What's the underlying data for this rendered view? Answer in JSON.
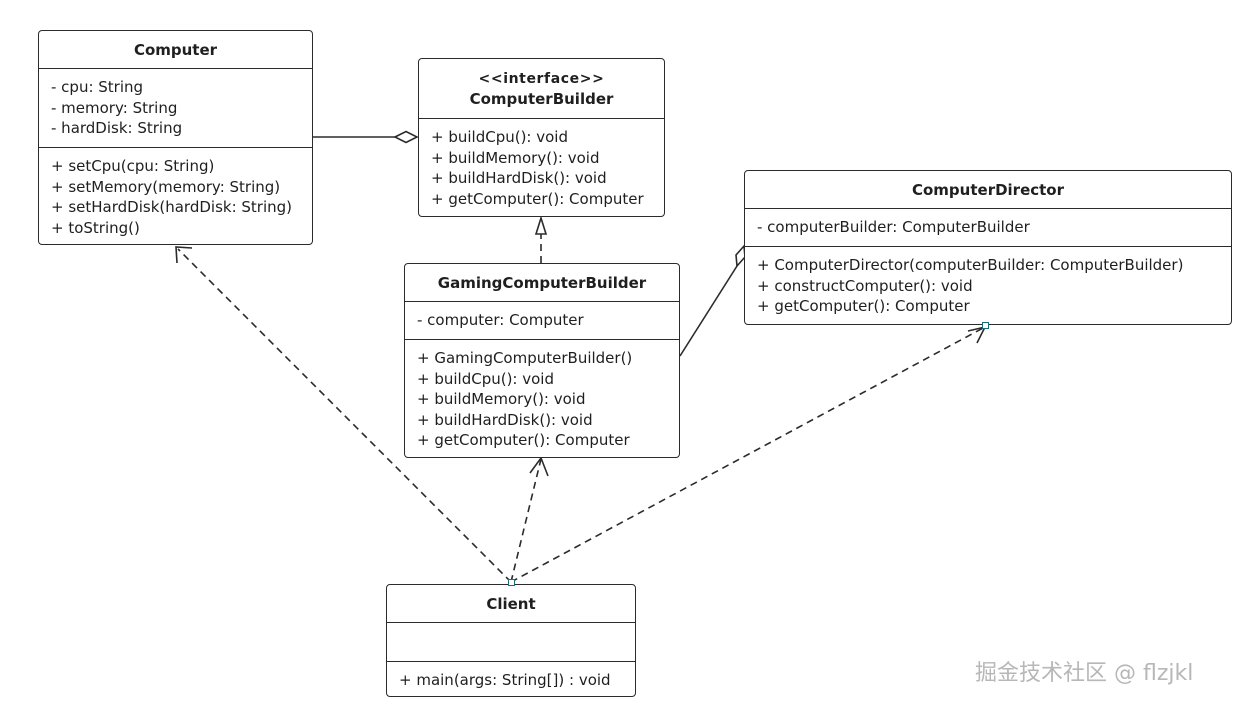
{
  "classes": {
    "computer": {
      "name": "Computer",
      "attributes": [
        "- cpu: String",
        "- memory: String",
        "- hardDisk: String"
      ],
      "methods": [
        "+ setCpu(cpu: String)",
        "+ setMemory(memory: String)",
        "+ setHardDisk(hardDisk: String)",
        "+ toString()"
      ]
    },
    "computer_builder": {
      "stereotype": "<<interface>>",
      "name": "ComputerBuilder",
      "methods": [
        "+ buildCpu(): void",
        "+ buildMemory(): void",
        "+ buildHardDisk(): void",
        "+ getComputer(): Computer"
      ]
    },
    "computer_director": {
      "name": "ComputerDirector",
      "attributes": [
        "- computerBuilder: ComputerBuilder"
      ],
      "methods": [
        "+ ComputerDirector(computerBuilder: ComputerBuilder)",
        "+ constructComputer(): void",
        "+ getComputer(): Computer"
      ]
    },
    "gaming_computer_builder": {
      "name": "GamingComputerBuilder",
      "attributes": [
        "- computer: Computer"
      ],
      "methods": [
        "+ GamingComputerBuilder()",
        "+ buildCpu(): void",
        "+ buildMemory(): void",
        "+ buildHardDisk(): void",
        "+ getComputer(): Computer"
      ]
    },
    "client": {
      "name": "Client",
      "attributes": [],
      "methods": [
        "+ main(args: String[]) : void"
      ]
    }
  },
  "relationships": [
    {
      "from": "computer_builder",
      "to": "computer",
      "type": "aggregation"
    },
    {
      "from": "gaming_computer_builder",
      "to": "computer_builder",
      "type": "realization"
    },
    {
      "from": "computer_director",
      "to": "gaming_computer_builder",
      "type": "aggregation"
    },
    {
      "from": "client",
      "to": "computer",
      "type": "dependency"
    },
    {
      "from": "client",
      "to": "gaming_computer_builder",
      "type": "dependency"
    },
    {
      "from": "client",
      "to": "computer_director",
      "type": "dependency"
    }
  ],
  "watermark": "掘金技术社区 @ flzjkl",
  "colors": {
    "line": "#2b2b2b",
    "port": "#1a6e7a",
    "watermark": "#b7b7b7"
  }
}
